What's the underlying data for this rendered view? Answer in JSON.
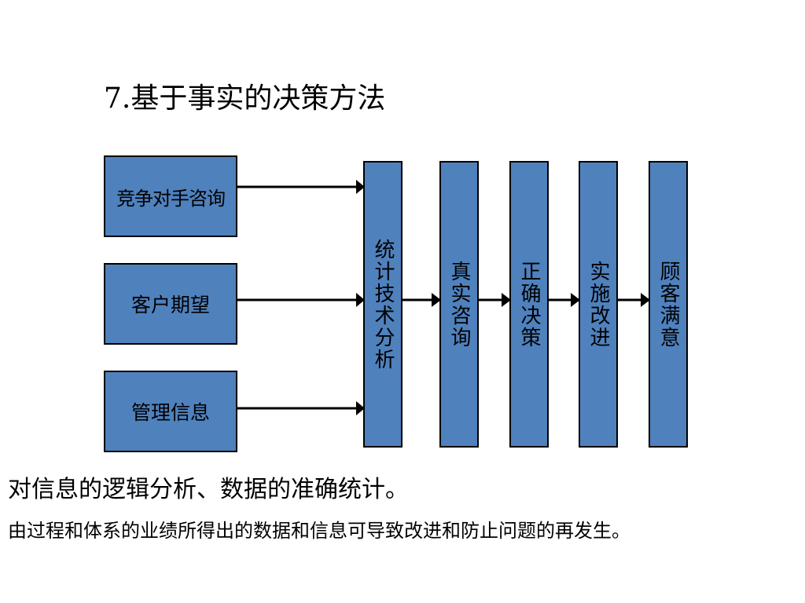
{
  "slide": {
    "title": "7.基于事实的决策方法"
  },
  "diagram": {
    "inputs": [
      {
        "label": "竞争对手咨询"
      },
      {
        "label": "客户期望"
      },
      {
        "label": "管理信息"
      }
    ],
    "steps": [
      {
        "label": "统计技术分析"
      },
      {
        "label": "真实咨询"
      },
      {
        "label": "正确决策"
      },
      {
        "label": "实施改进"
      },
      {
        "label": "顾客满意"
      }
    ],
    "colors": {
      "box_fill": "#4f81bd",
      "box_border": "#000000",
      "arrow": "#000000"
    }
  },
  "summary": {
    "line1": "对信息的逻辑分析、数据的准确统计。",
    "line2": "由过程和体系的业绩所得出的数据和信息可导致改进和防止问题的再发生。"
  }
}
